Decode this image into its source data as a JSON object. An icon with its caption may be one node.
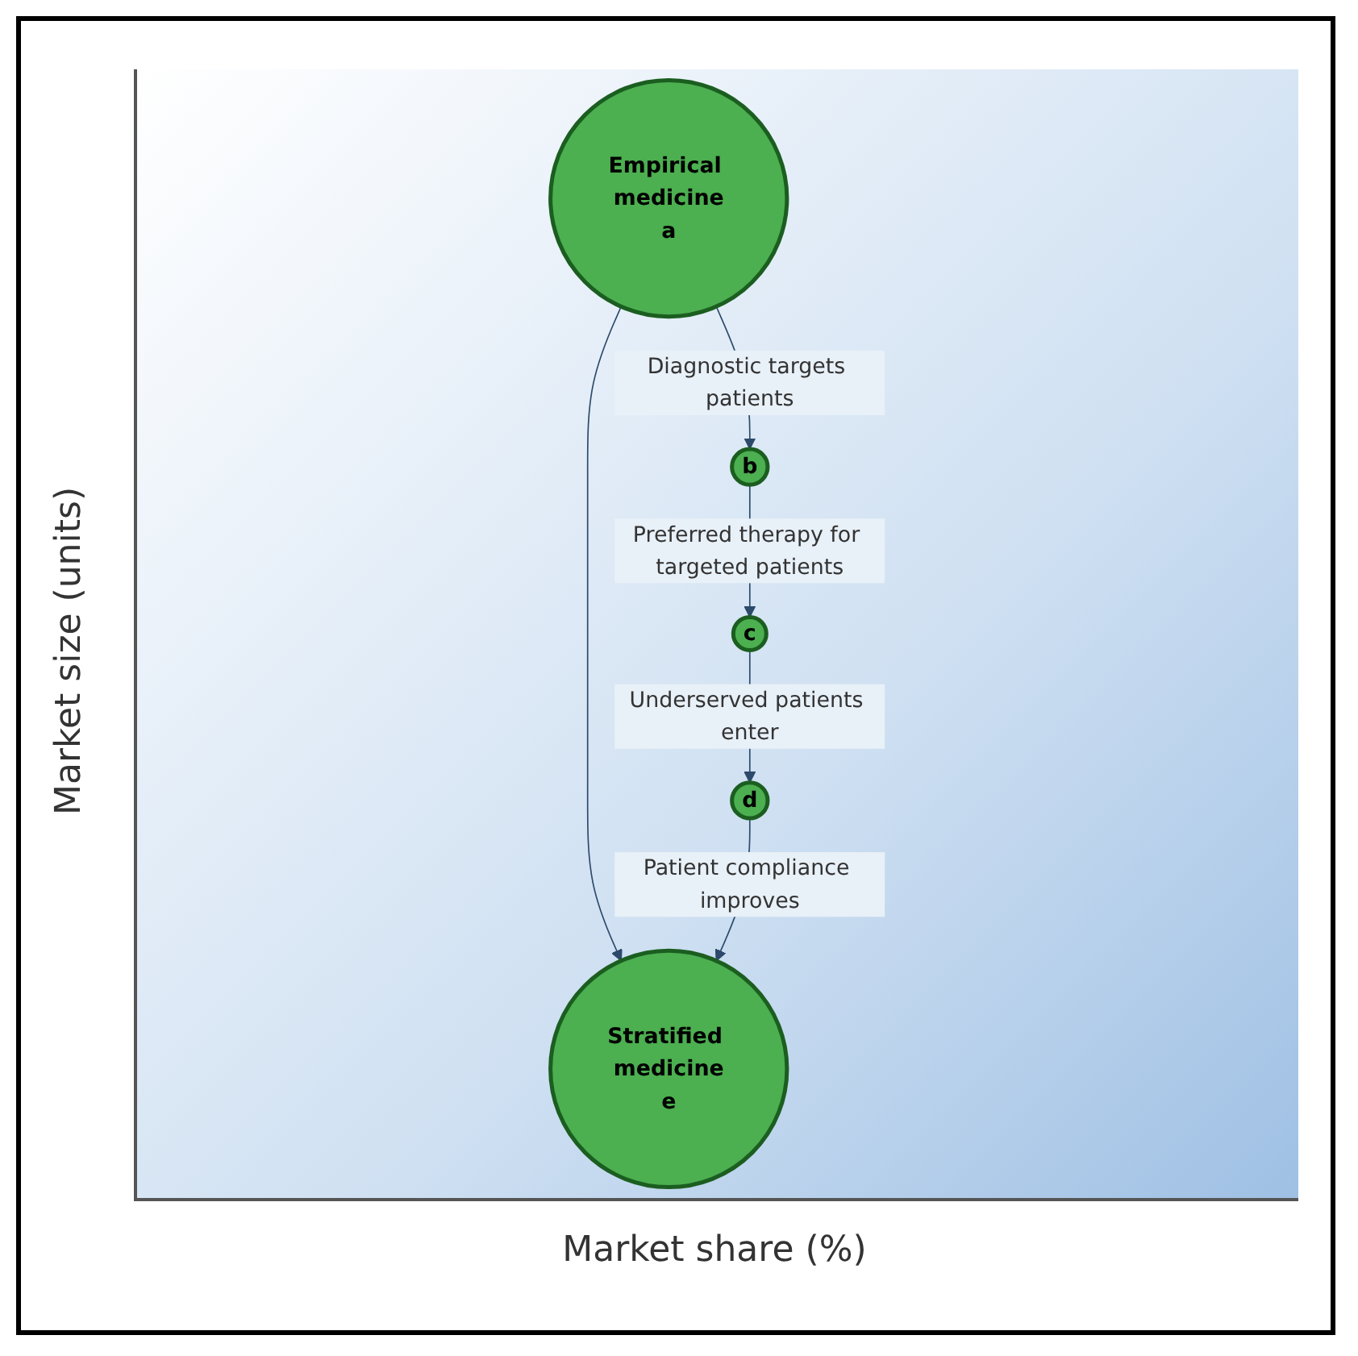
{
  "diagram": {
    "nodes": [
      {
        "text": [
          "Empirical medicine",
          "a"
        ]
      },
      {
        "text": [
          "b"
        ]
      },
      {
        "text": [
          "c"
        ]
      },
      {
        "text": [
          "d"
        ]
      },
      {
        "text": [
          "Stratified medicine",
          "e"
        ]
      }
    ],
    "edges": [
      {
        "from": 0,
        "to": 4,
        "arrow": "to"
      },
      {
        "from": 0,
        "to": 1,
        "arrow": "to",
        "label": "Diagnostic targets patients"
      },
      {
        "from": 1,
        "to": 2,
        "arrow": "to",
        "label": "Preferred therapy for targeted patients"
      },
      {
        "from": 2,
        "to": 3,
        "arrow": "to",
        "label": "Underserved patients enter"
      },
      {
        "from": 3,
        "to": 4,
        "arrow": "to",
        "label": "Patient compliance improves"
      }
    ],
    "labels": [
      "Market size (units)",
      "Market share (%)"
    ]
  }
}
